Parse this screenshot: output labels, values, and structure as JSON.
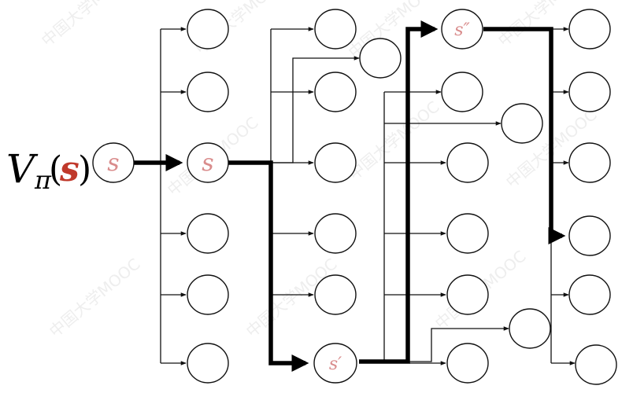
{
  "formula": {
    "v": "V",
    "pi": "π",
    "open": "(",
    "s": "s",
    "close": ")"
  },
  "labels": {
    "root": "s",
    "level1": "s",
    "s_prime": "s′",
    "s_double_prime": "s″"
  },
  "watermark": "中国大学MOOC",
  "colors": {
    "formula_s": "#c0392b",
    "node_label": "#d98c8c"
  }
}
